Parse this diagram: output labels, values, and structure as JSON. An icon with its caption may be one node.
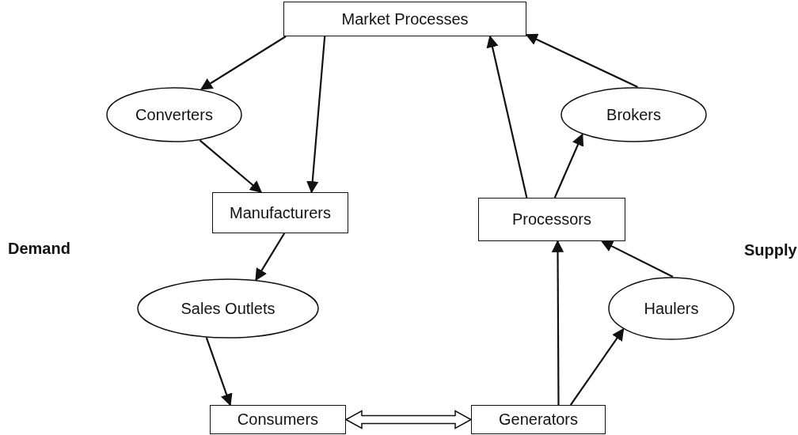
{
  "diagram": {
    "nodes": [
      {
        "text": [
          "Market Processes"
        ]
      },
      {
        "text": [
          "Converters"
        ]
      },
      {
        "text": [
          "Brokers"
        ]
      },
      {
        "text": [
          "Manufacturers"
        ]
      },
      {
        "text": [
          "Processors"
        ]
      },
      {
        "text": [
          "Sales Outlets"
        ]
      },
      {
        "text": [
          "Haulers"
        ]
      },
      {
        "text": [
          "Consumers"
        ]
      },
      {
        "text": [
          "Generators"
        ]
      }
    ],
    "edges": [
      {
        "from": 0,
        "to": 1,
        "arrow": "to"
      },
      {
        "from": 0,
        "to": 3,
        "arrow": "to"
      },
      {
        "from": 1,
        "to": 3,
        "arrow": "to"
      },
      {
        "from": 4,
        "to": 0,
        "arrow": "to"
      },
      {
        "from": 2,
        "to": 0,
        "arrow": "to"
      },
      {
        "from": 4,
        "to": 2,
        "arrow": "to"
      },
      {
        "from": 3,
        "to": 5,
        "arrow": "to"
      },
      {
        "from": 5,
        "to": 7,
        "arrow": "to"
      },
      {
        "from": 8,
        "to": 4,
        "arrow": "to"
      },
      {
        "from": 8,
        "to": 6,
        "arrow": "to"
      },
      {
        "from": 6,
        "to": 4,
        "arrow": "to"
      },
      {
        "from": 7,
        "to": 8,
        "arrow": "both",
        "style": "thick"
      }
    ],
    "labels": [
      "Demand",
      "Supply"
    ]
  }
}
